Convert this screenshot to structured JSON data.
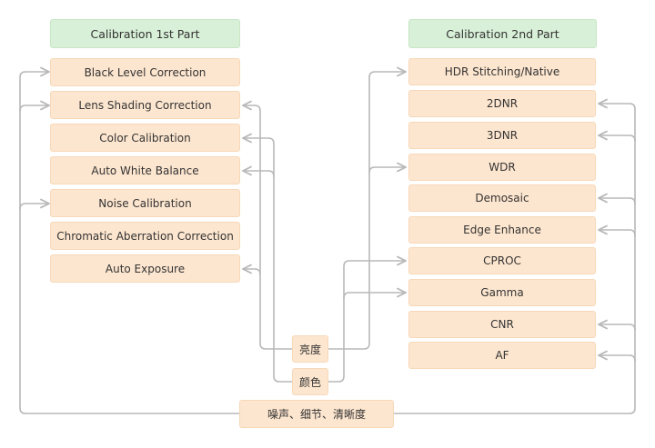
{
  "part1": {
    "header": "Calibration  1st  Part",
    "steps": [
      "Black Level Correction",
      "Lens Shading Correction",
      "Color Calibration",
      "Auto White Balance",
      "Noise Calibration",
      "Chromatic Aberration Correction",
      "Auto Exposure"
    ]
  },
  "part2": {
    "header": "Calibration  2nd  Part",
    "steps": [
      "HDR Stitching/Native",
      "2DNR",
      "3DNR",
      "WDR",
      "Demosaic",
      "Edge Enhance",
      "CPROC",
      "Gamma",
      "CNR",
      "AF"
    ]
  },
  "tags": {
    "brightness": "亮度",
    "color": "颜色",
    "noise_detail": "噪声、细节、清晰度"
  },
  "colors": {
    "header_fill": "#d8f0d7",
    "step_fill": "#fde6cf",
    "connector": "#b8b8b8"
  }
}
